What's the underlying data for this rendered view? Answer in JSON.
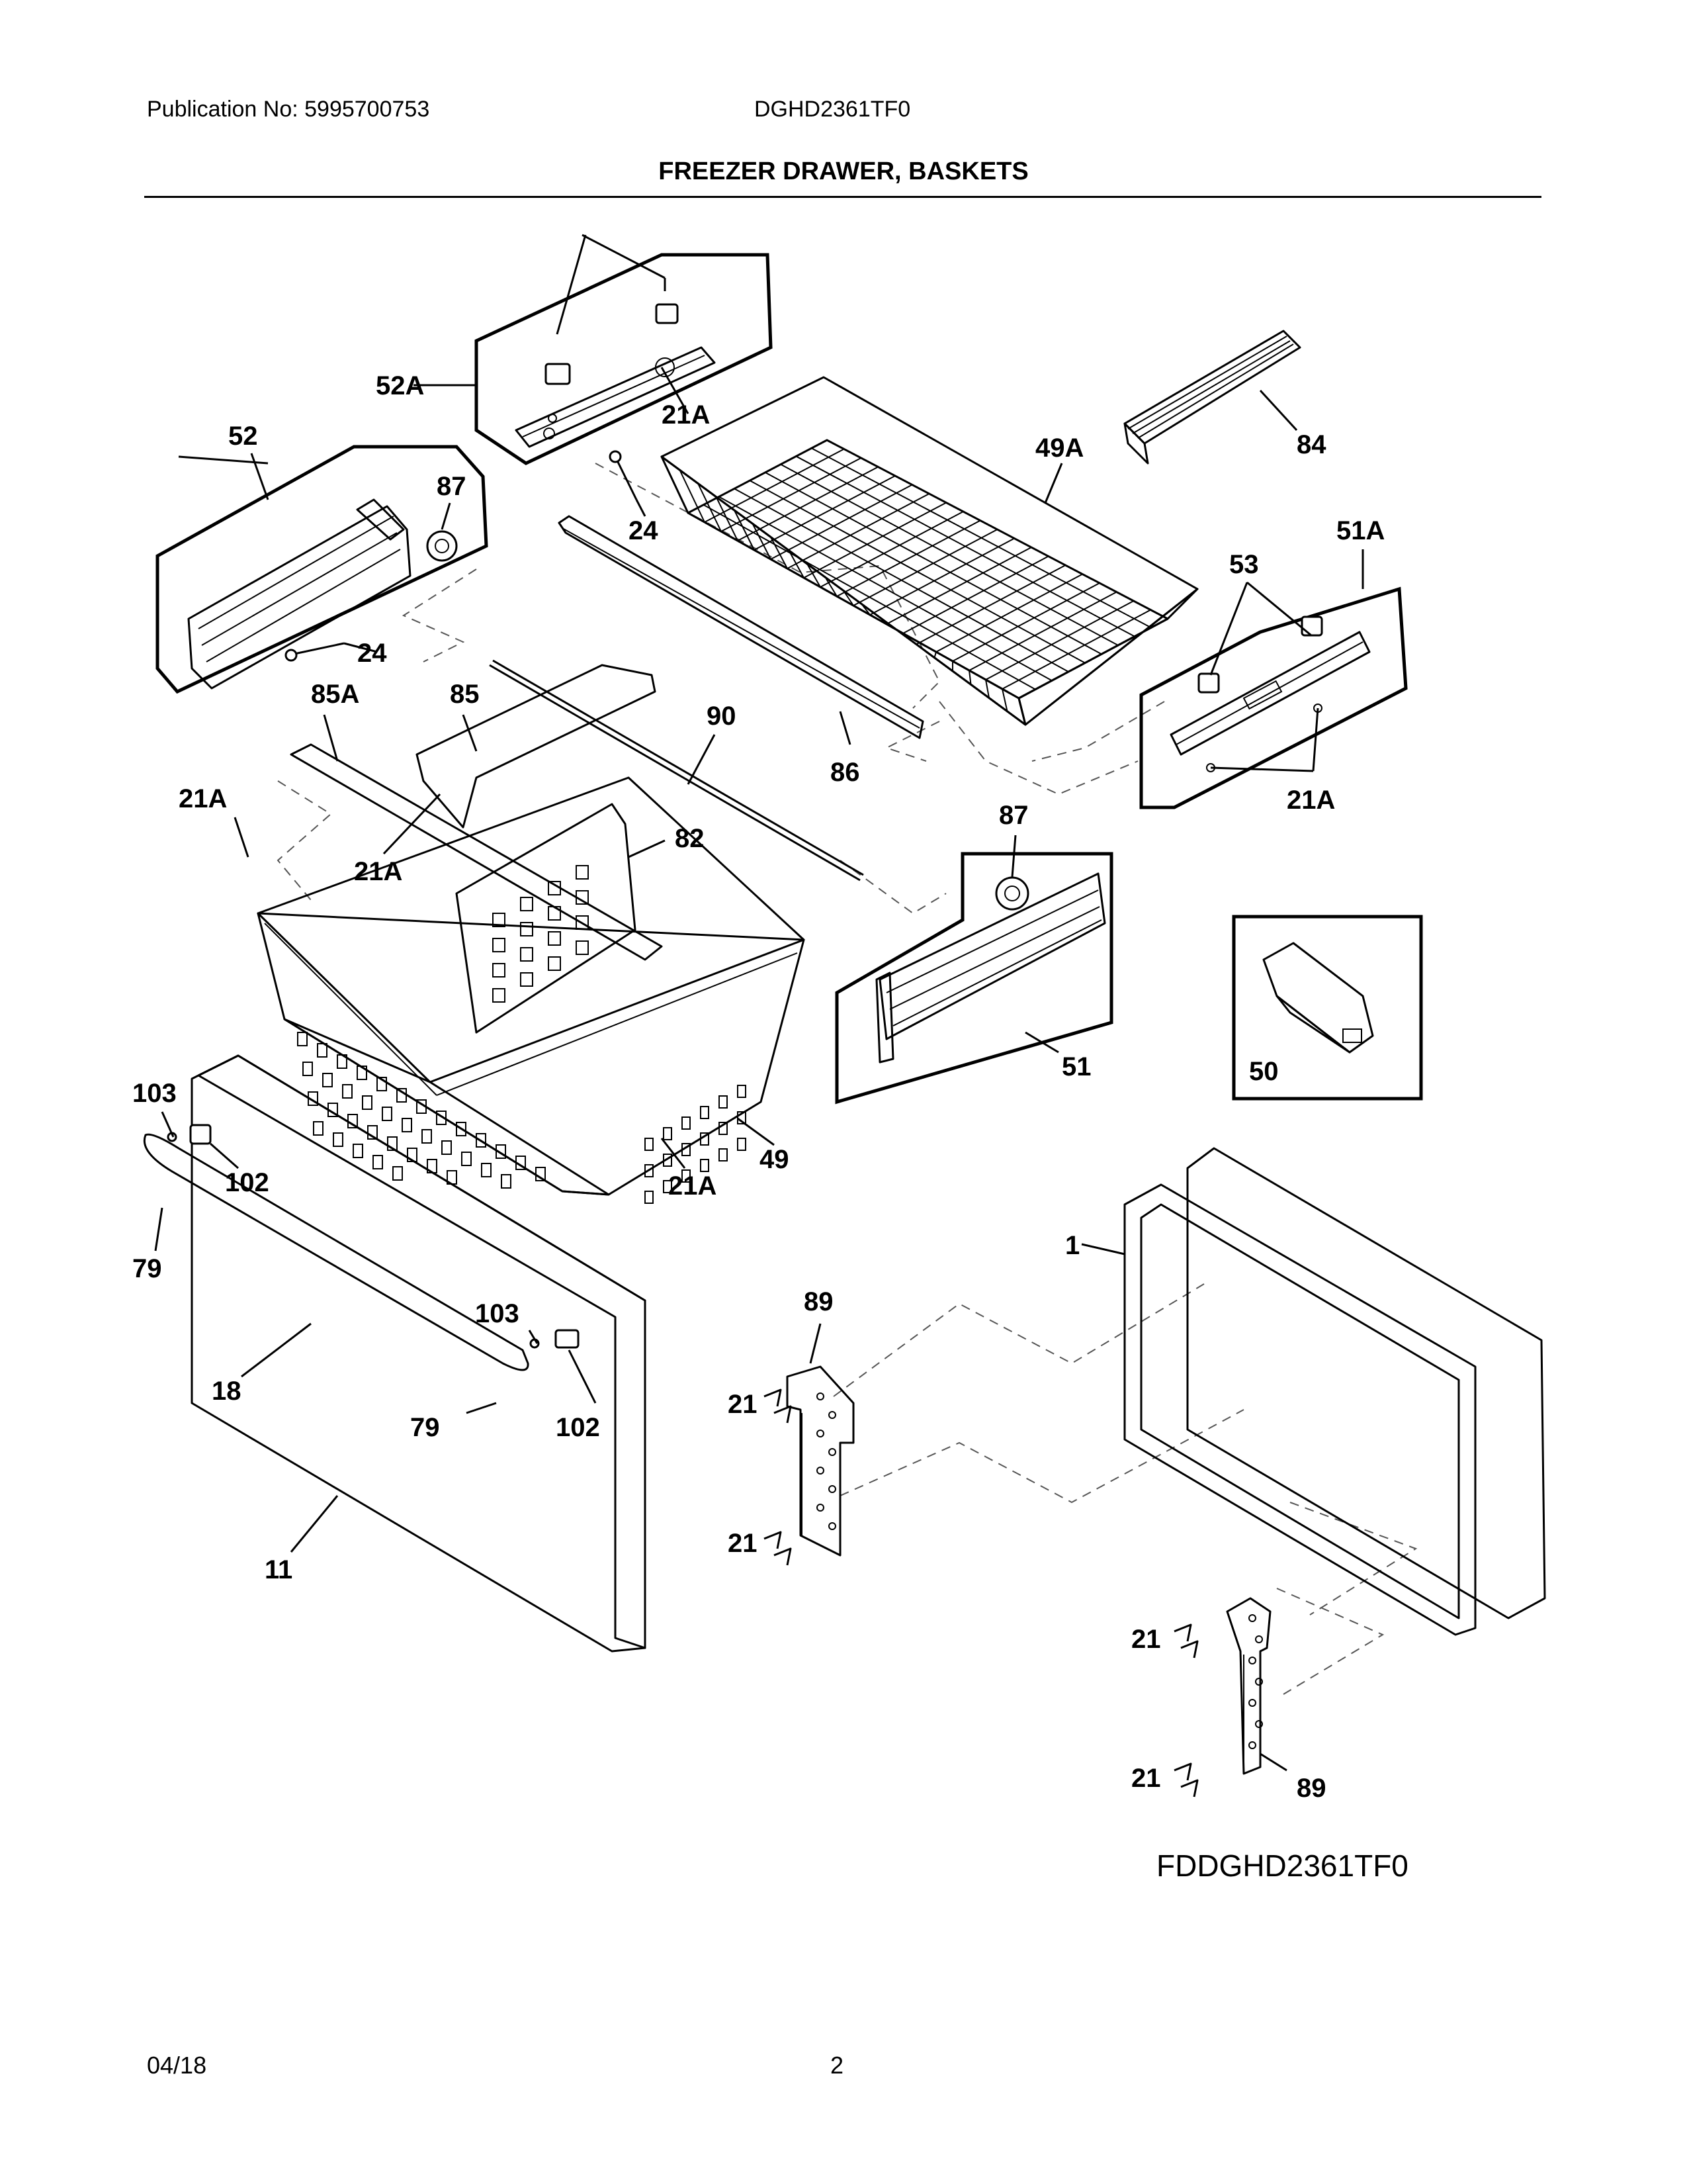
{
  "header": {
    "publication": "Publication No: 5995700753",
    "model": "DGHD2361TF0",
    "title": "FREEZER DRAWER, BASKETS"
  },
  "callouts": [
    {
      "id": "c-52A",
      "text": "52A"
    },
    {
      "id": "c-21A-top",
      "text": "21A"
    },
    {
      "id": "c-52",
      "text": "52"
    },
    {
      "id": "c-87-left",
      "text": "87"
    },
    {
      "id": "c-24-a",
      "text": "24"
    },
    {
      "id": "c-49A",
      "text": "49A"
    },
    {
      "id": "c-84",
      "text": "84"
    },
    {
      "id": "c-51A",
      "text": "51A"
    },
    {
      "id": "c-53",
      "text": "53"
    },
    {
      "id": "c-24-b",
      "text": "24"
    },
    {
      "id": "c-85A",
      "text": "85A"
    },
    {
      "id": "c-85",
      "text": "85"
    },
    {
      "id": "c-90",
      "text": "90"
    },
    {
      "id": "c-86",
      "text": "86"
    },
    {
      "id": "c-21A-right",
      "text": "21A"
    },
    {
      "id": "c-21A-left",
      "text": "21A"
    },
    {
      "id": "c-82",
      "text": "82"
    },
    {
      "id": "c-87-right",
      "text": "87"
    },
    {
      "id": "c-21A-mid",
      "text": "21A"
    },
    {
      "id": "c-51",
      "text": "51"
    },
    {
      "id": "c-50",
      "text": "50"
    },
    {
      "id": "c-103-top",
      "text": "103"
    },
    {
      "id": "c-102-top",
      "text": "102"
    },
    {
      "id": "c-49",
      "text": "49"
    },
    {
      "id": "c-21A-bottom",
      "text": "21A"
    },
    {
      "id": "c-79-left",
      "text": "79"
    },
    {
      "id": "c-1",
      "text": "1"
    },
    {
      "id": "c-89-top",
      "text": "89"
    },
    {
      "id": "c-103-bottom",
      "text": "103"
    },
    {
      "id": "c-18",
      "text": "18"
    },
    {
      "id": "c-79-bottom",
      "text": "79"
    },
    {
      "id": "c-102-bottom",
      "text": "102"
    },
    {
      "id": "c-21-a",
      "text": "21"
    },
    {
      "id": "c-21-b",
      "text": "21"
    },
    {
      "id": "c-11",
      "text": "11"
    },
    {
      "id": "c-21-c",
      "text": "21"
    },
    {
      "id": "c-21-d",
      "text": "21"
    },
    {
      "id": "c-89-bottom",
      "text": "89"
    }
  ],
  "diagram_code": "FDDGHD2361TF0",
  "footer": {
    "date": "04/18",
    "page": "2"
  }
}
